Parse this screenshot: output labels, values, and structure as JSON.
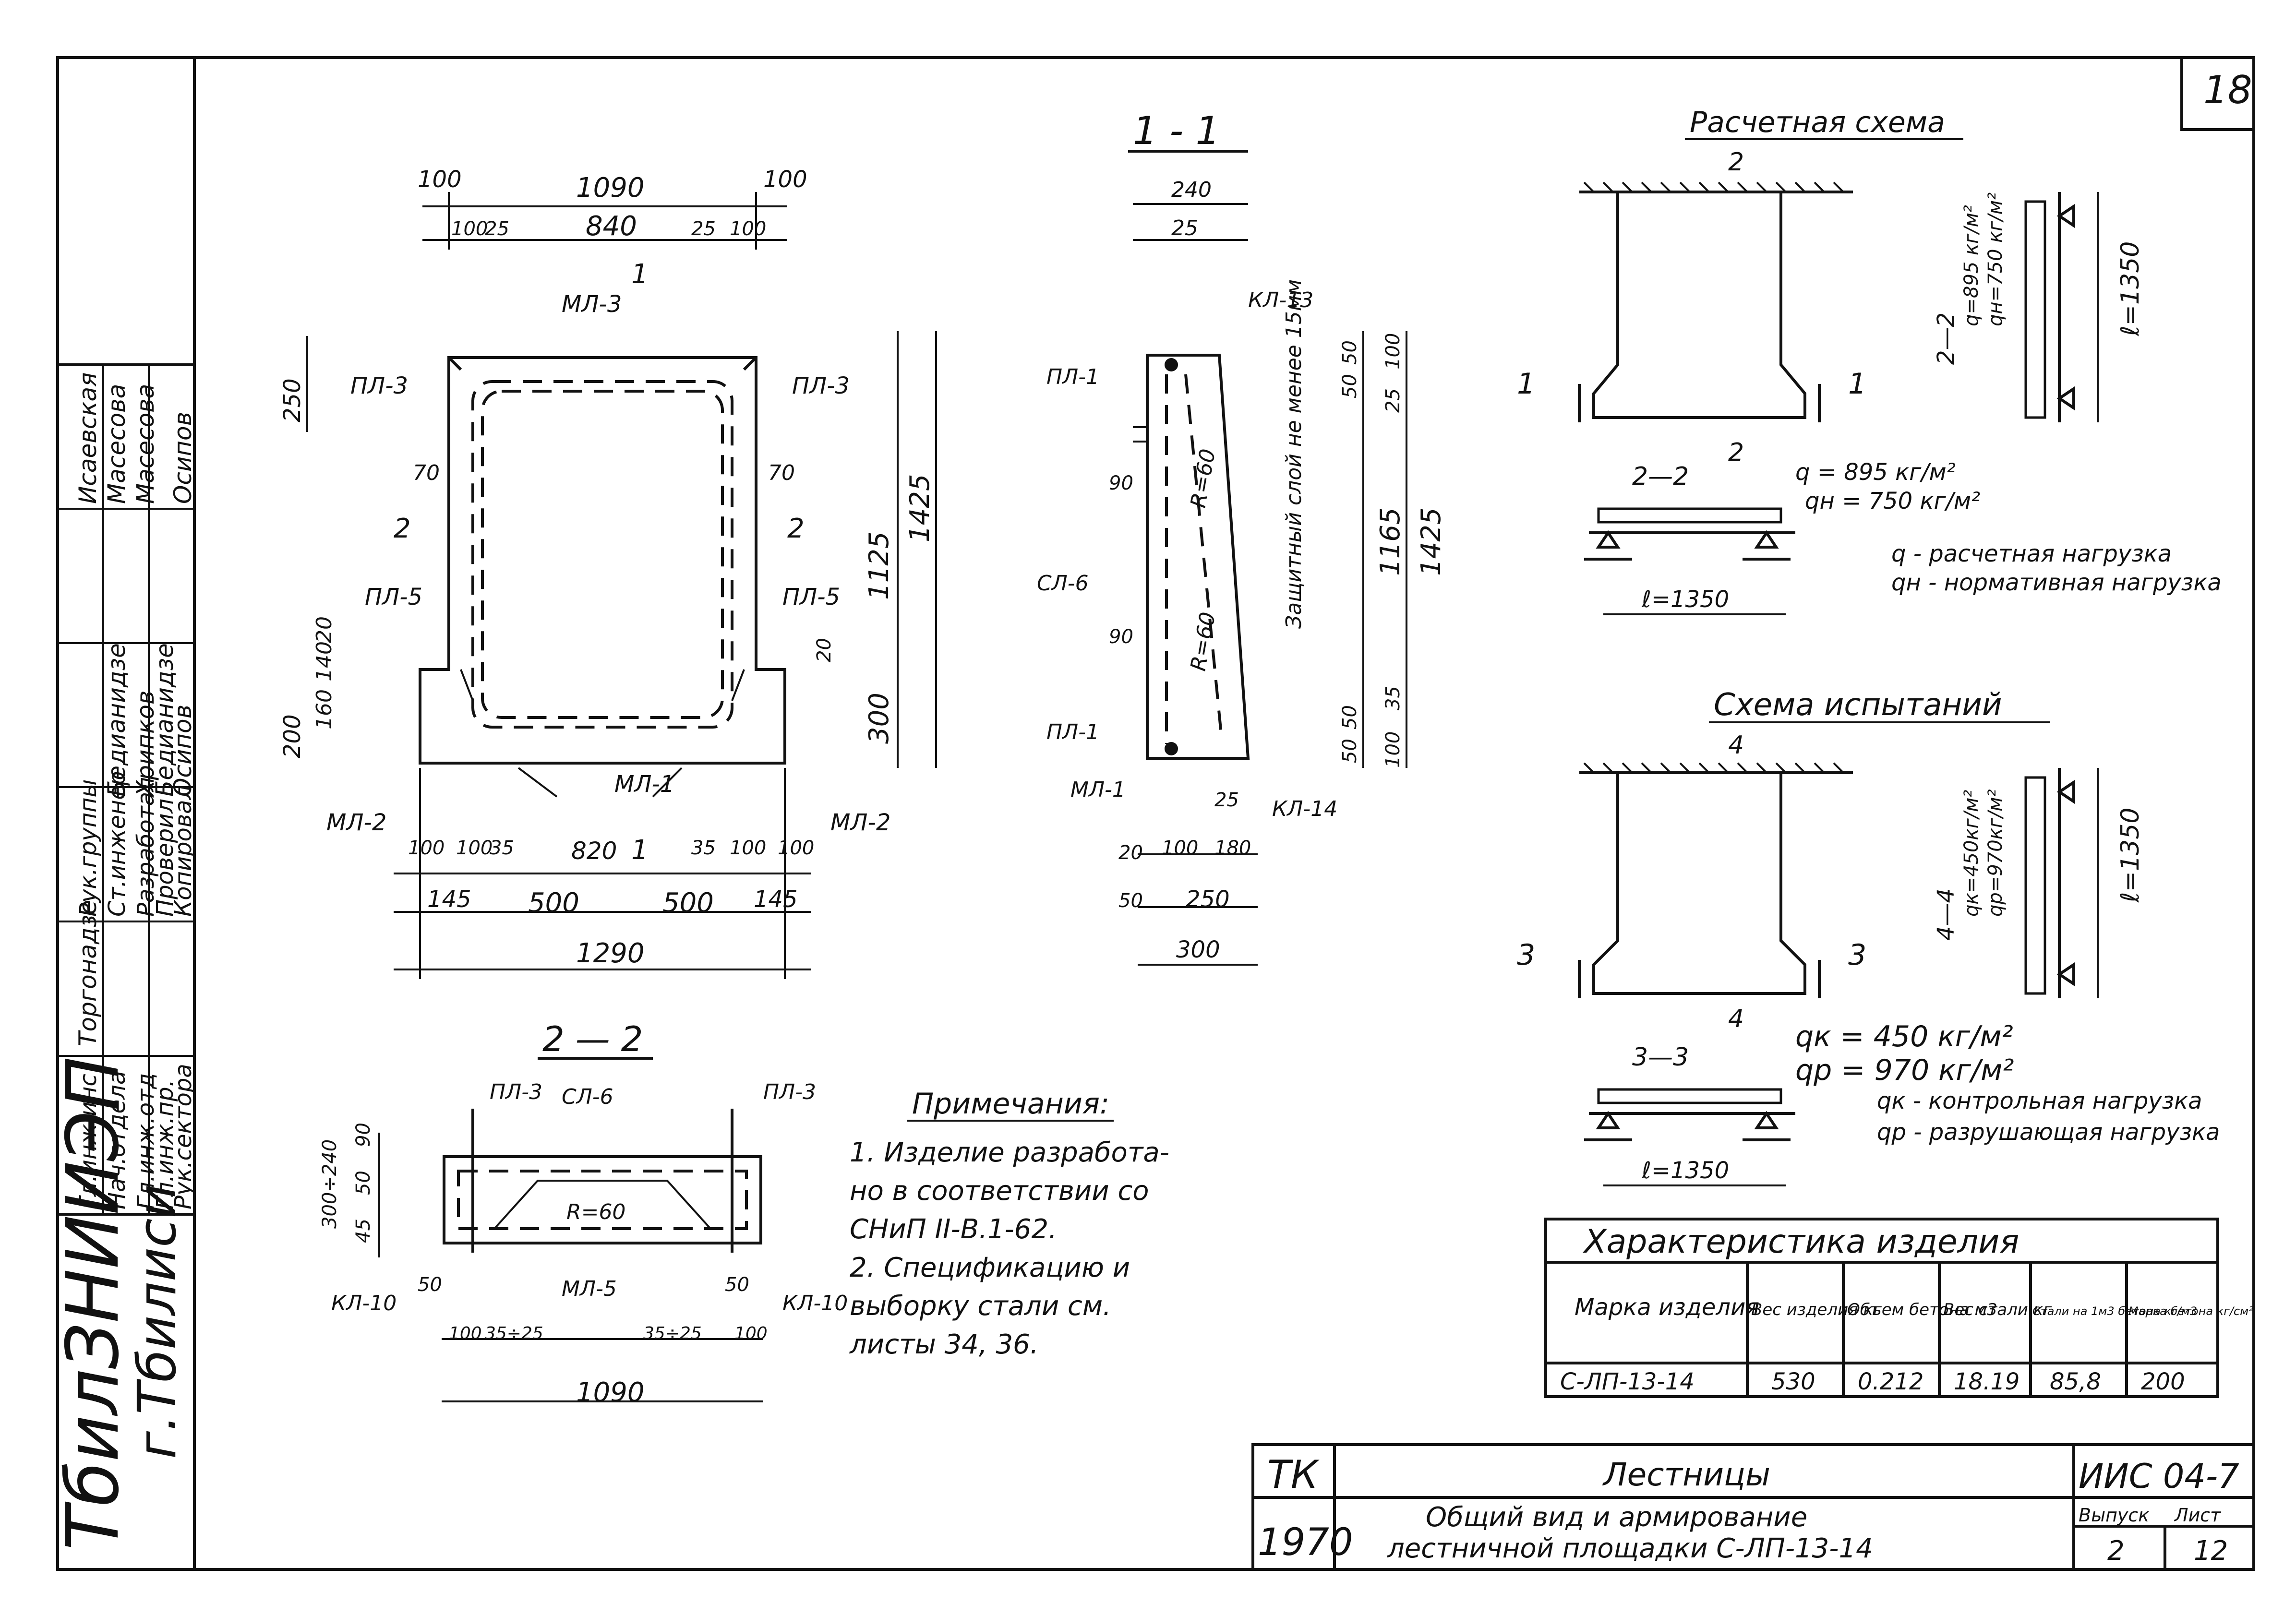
{
  "sheet": {
    "page_number": "18",
    "org": {
      "name": "ТбилЗНИИЭП",
      "city": "г.Тбилиси"
    },
    "stamp": {
      "roles": [
        "Гл.инж.инс",
        "Нач.отдела",
        "Гл.инж.отд",
        "Гл.инж.пр.",
        "Рук.сектора",
        "Рук.группы",
        "Ст.инженер",
        "Разработал",
        "Проверил",
        "Копировал"
      ],
      "names": [
        "Торгонадзе",
        "Бедианидзе",
        "Хрипков",
        "Бедианидзе",
        "Осипов",
        "Исаевская",
        "Масесова",
        "Масесова",
        "Осипов"
      ]
    },
    "title_block": {
      "tk": "ТК",
      "year": "1970",
      "subject": "Лестницы",
      "description_line1": "Общий вид и армирование",
      "description_line2": "лестничной площадки С-ЛП-13-14",
      "series": "ИИС 04-7",
      "issue_label": "Выпуск",
      "issue": "2",
      "sheet_label": "Лист",
      "sheet": "12"
    }
  },
  "plan_view": {
    "dims_top_row1": [
      "100",
      "1090",
      "100"
    ],
    "dims_top_row2": [
      "100",
      "25",
      "840",
      "25",
      "100"
    ],
    "dims_bottom_row1": [
      "100",
      "100",
      "35",
      "820",
      "35",
      "100",
      "100"
    ],
    "dims_bottom_row2": [
      "145",
      "500",
      "500",
      "145"
    ],
    "dims_bottom_total": "1290",
    "dims_right": [
      "1125",
      "1425",
      "300"
    ],
    "dims_left": [
      "250",
      "200",
      "160",
      "140",
      "20"
    ],
    "dims_inner": [
      "70",
      "70",
      "20"
    ],
    "labels": [
      "МЛ-3",
      "ПЛ-3",
      "ПЛ-3",
      "ПЛ-5",
      "ПЛ-5",
      "МЛ-2",
      "МЛ-2",
      "МЛ-1"
    ],
    "section_marks": [
      "1",
      "1",
      "2",
      "2"
    ]
  },
  "section_1_1": {
    "title": "1 - 1",
    "dims_top": [
      "240",
      "25"
    ],
    "dims_right": [
      "50",
      "50",
      "25",
      "100",
      "1165",
      "1425",
      "50",
      "35",
      "50",
      "100"
    ],
    "dims_bottom": [
      "25",
      "20",
      "100",
      "180",
      "50",
      "250",
      "300"
    ],
    "dims_left": [
      "90",
      "90"
    ],
    "radius_labels": [
      "R=60",
      "R=60"
    ],
    "labels": [
      "КЛ-13",
      "ПЛ-1",
      "СЛ-6",
      "ПЛ-1",
      "МЛ-1",
      "КЛ-14"
    ],
    "cover_note": "Защитный слой не менее 15мм"
  },
  "section_2_2": {
    "title": "2 — 2",
    "labels": [
      "ПЛ-3",
      "СЛ-6",
      "ПЛ-3",
      "МЛ-5",
      "КЛ-10",
      "КЛ-10"
    ],
    "radius_label": "R=60",
    "dims_left": [
      "90",
      "50",
      "45",
      "300÷240"
    ],
    "dims_bottom": [
      "50",
      "50",
      "100",
      "35÷25",
      "35÷25",
      "100"
    ],
    "dims_total": "1090"
  },
  "notes": {
    "heading": "Примечания:",
    "lines": [
      "1. Изделие разработа-",
      "но в соответствии со",
      "СНиП II-В.1-62.",
      "2. Спецификацию и",
      "выборку стали см.",
      "листы 34, 36."
    ]
  },
  "calc_scheme": {
    "title": "Расчетная схема",
    "section_marks": [
      "2",
      "2",
      "1",
      "1"
    ],
    "section_title": "2—2",
    "loads": [
      "q = 895 кг/м²",
      "qн = 750 кг/м²"
    ],
    "loads_vertical": [
      "2—2",
      "q=895 кг/м²",
      "qн=750 кг/м²"
    ],
    "span": "ℓ=1350",
    "legend": [
      "q - расчетная нагрузка",
      "qн - нормативная нагрузка"
    ]
  },
  "test_scheme": {
    "title": "Схема испытаний",
    "section_marks": [
      "4",
      "4",
      "3",
      "3"
    ],
    "section_title": "3—3",
    "loads": [
      "qк = 450 кг/м²",
      "qр = 970 кг/м²"
    ],
    "loads_vertical": [
      "4—4",
      "qк=450кг/м²",
      "qр=970кг/м²"
    ],
    "span": "ℓ=1350",
    "legend": [
      "qк - контрольная нагрузка",
      "qр - разрушающая нагрузка"
    ]
  },
  "characteristics": {
    "title": "Характеристика изделия",
    "headers": [
      "Марка изделия",
      "Вес изделия кг",
      "Объем бетона м3",
      "Вес стали кг",
      "Стали на 1м3 бетона кг/м3",
      "Марка бетона кг/см²"
    ],
    "row": [
      "С-ЛП-13-14",
      "530",
      "0.212",
      "18.19",
      "85,8",
      "200"
    ]
  }
}
